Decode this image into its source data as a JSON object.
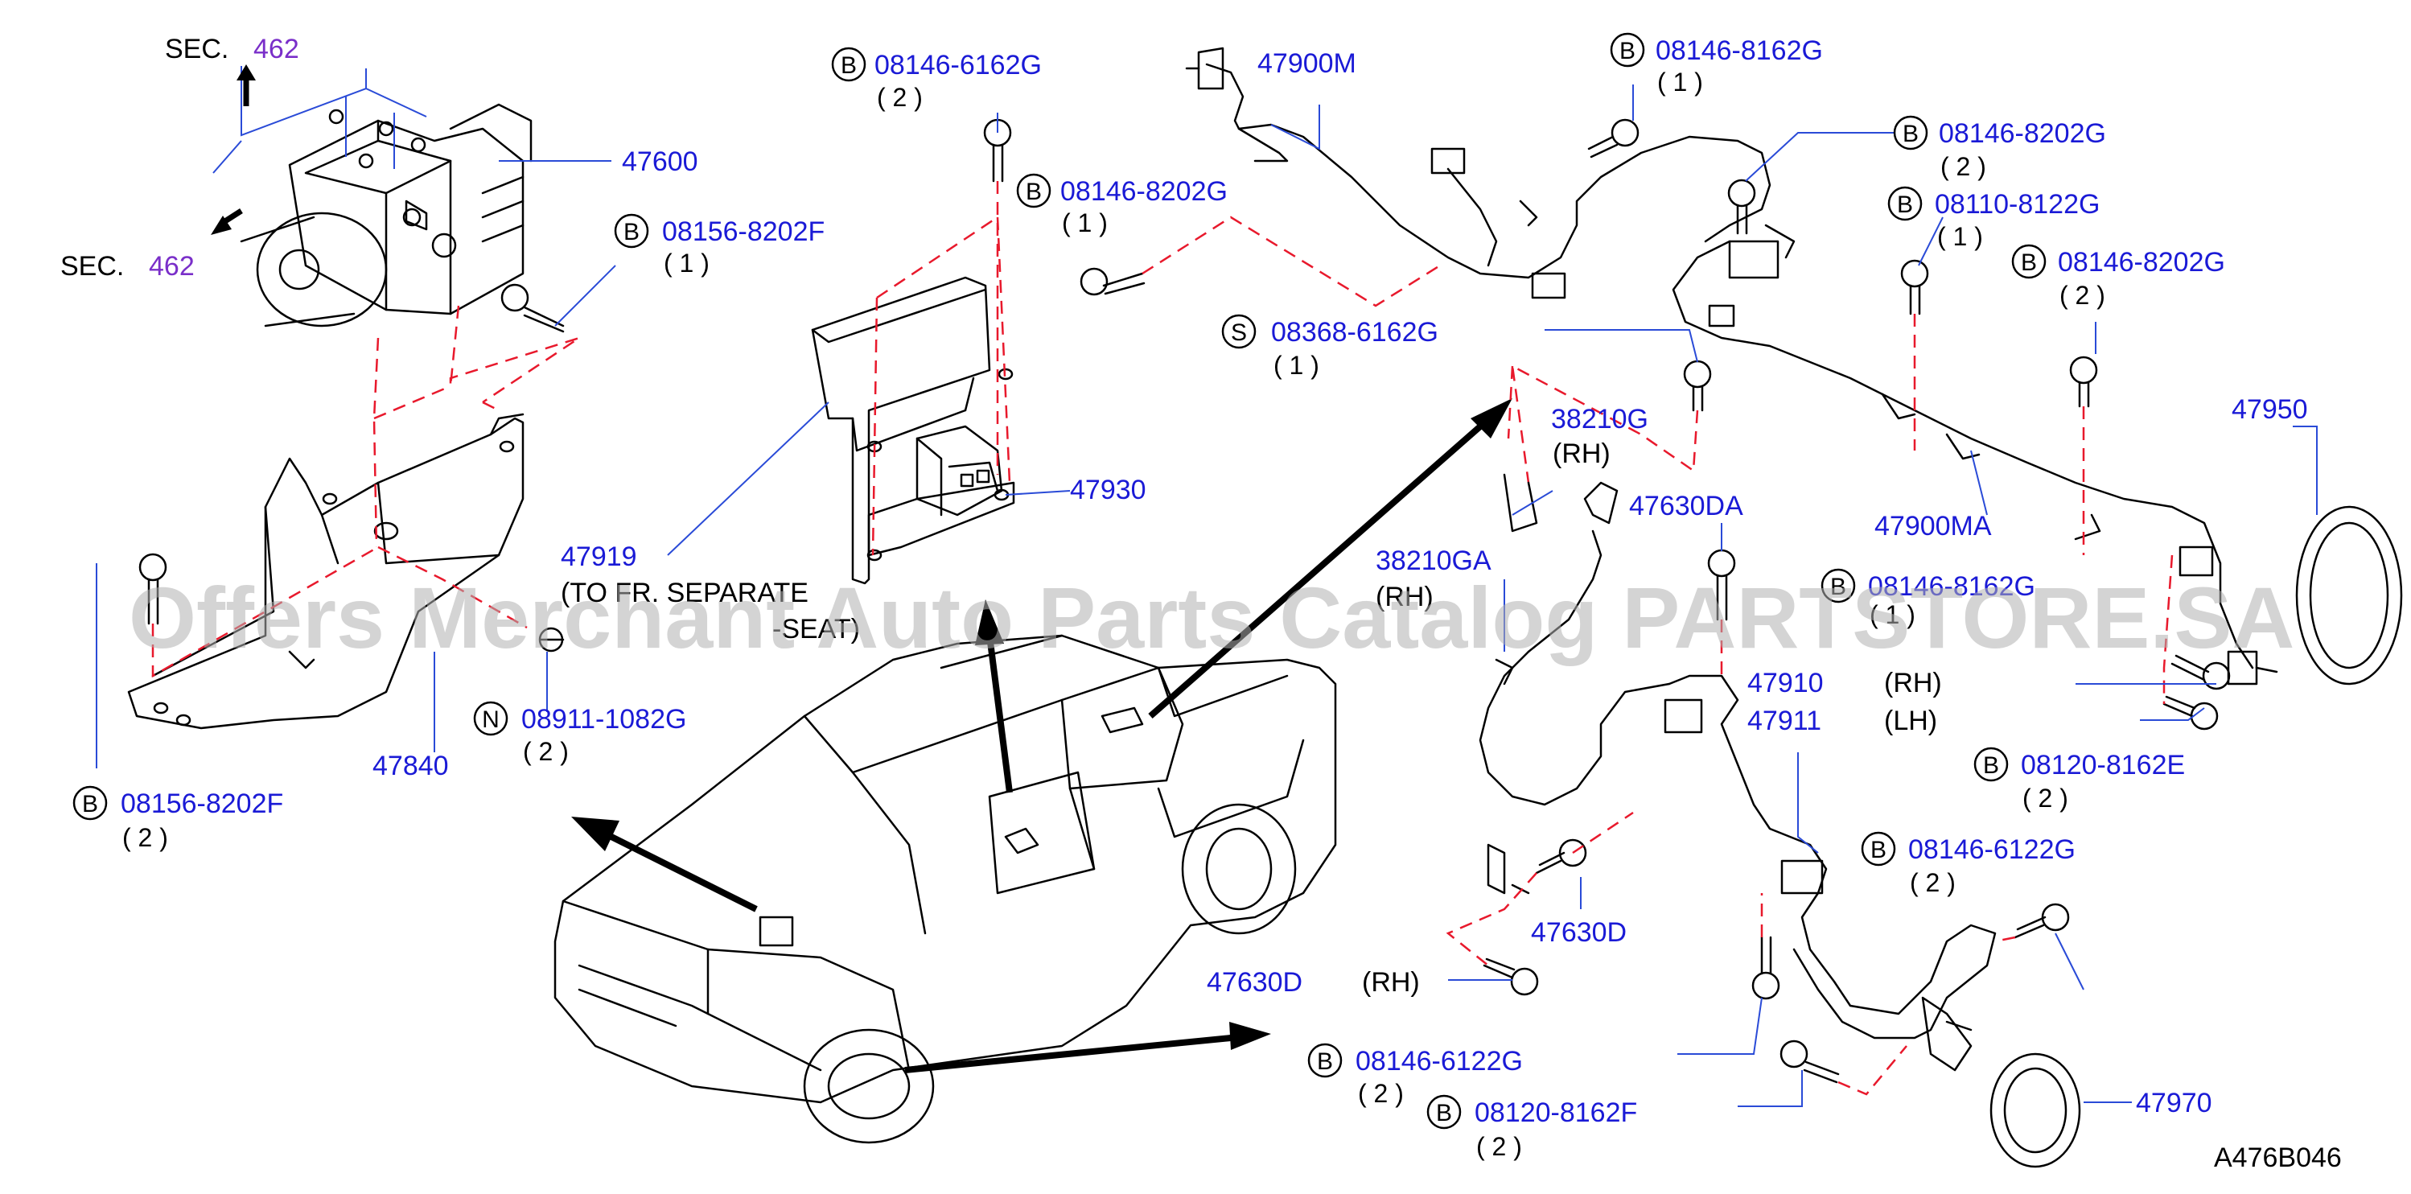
{
  "sec_labels": {
    "top_prefix": "SEC.",
    "top_num": "462",
    "left_prefix": "SEC.",
    "left_num": "462"
  },
  "parts": {
    "p47600": "47600",
    "p47840": "47840",
    "p47919": "47919",
    "p47919_note": "(TO FR. SEPARATE",
    "p47919_note2": "-SEAT)",
    "p47930": "47930",
    "p47900M": "47900M",
    "p47900MA": "47900MA",
    "p47950": "47950",
    "p38210G": "38210G",
    "p38210G_side": "(RH)",
    "p38210GA": "38210GA",
    "p38210GA_side": "(RH)",
    "p47630DA": "47630DA",
    "p47630D_a": "47630D",
    "p47630D_b": "47630D",
    "p47630D_b_side": "(RH)",
    "p47910": "47910",
    "p47910_side": "(RH)",
    "p47911": "47911",
    "p47911_side": "(LH)",
    "p47970": "47970"
  },
  "fasteners": {
    "f1": {
      "letter": "B",
      "code": "08146-6162G",
      "qty": "( 2 )"
    },
    "f2": {
      "letter": "B",
      "code": "08146-8202G",
      "qty": "( 1 )"
    },
    "f3": {
      "letter": "B",
      "code": "08156-8202F",
      "qty": "( 1 )"
    },
    "f4": {
      "letter": "B",
      "code": "08156-8202F",
      "qty": "( 2 )"
    },
    "f5": {
      "letter": "N",
      "code": "08911-1082G",
      "qty": "( 2 )"
    },
    "f6": {
      "letter": "B",
      "code": "08146-8162G",
      "qty": "( 1 )"
    },
    "f7": {
      "letter": "B",
      "code": "08146-8202G",
      "qty": "( 2 )"
    },
    "f8": {
      "letter": "B",
      "code": "08110-8122G",
      "qty": "( 1 )"
    },
    "f9": {
      "letter": "B",
      "code": "08146-8202G",
      "qty": "( 2 )"
    },
    "f10": {
      "letter": "S",
      "code": "08368-6162G",
      "qty": "( 1 )"
    },
    "f11": {
      "letter": "B",
      "code": "08146-8162G",
      "qty": "( 1 )"
    },
    "f12": {
      "letter": "B",
      "code": "08120-8162E",
      "qty": "( 2 )"
    },
    "f13": {
      "letter": "B",
      "code": "08146-6122G",
      "qty": "( 2 )"
    },
    "f14": {
      "letter": "B",
      "code": "08146-6122G",
      "qty": "( 2 )"
    },
    "f15": {
      "letter": "B",
      "code": "08120-8162F",
      "qty": "( 2 )"
    }
  },
  "watermark": "Offers Merchant Auto Parts Catalog PARTSTORE.SA",
  "figure_code": "A476B046",
  "colors": {
    "label": "#1a1ad6",
    "sec": "#7a2fc9",
    "dash": "#e8192c",
    "leader": "#2a4bd7"
  }
}
